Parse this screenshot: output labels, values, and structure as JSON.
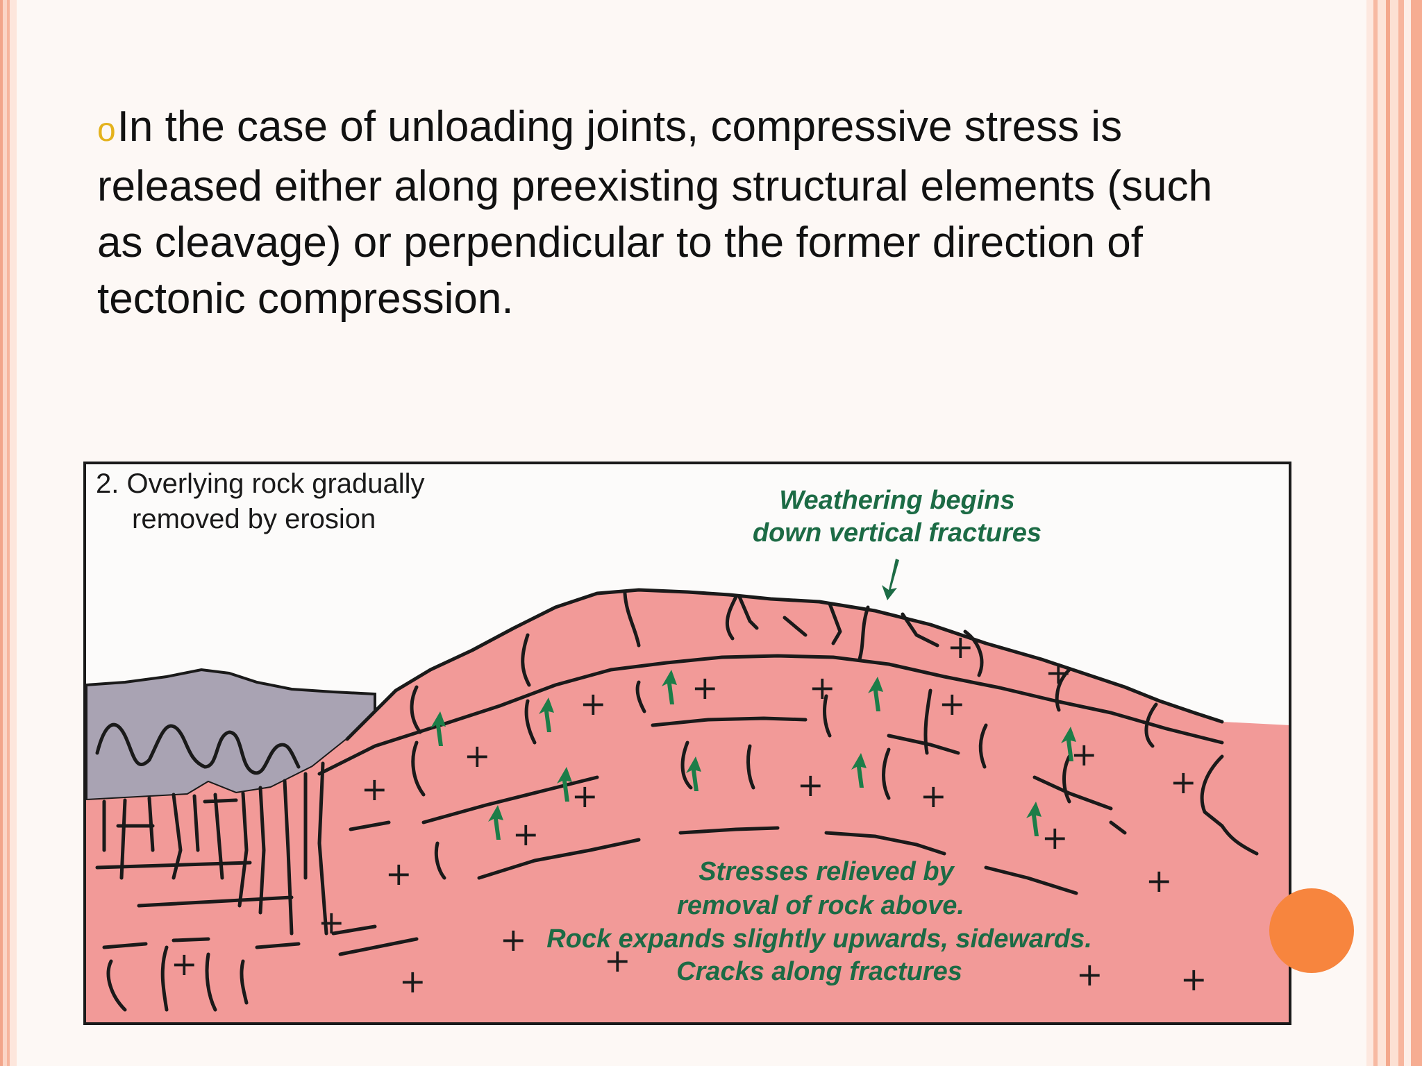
{
  "slide": {
    "bullet_symbol": "o",
    "text": "In the case of unloading joints, compressive stress is released either along preexisting structural elements (such as cleavage) or perpendicular to the former direction of tectonic compression.",
    "accent_color": "#f7853e",
    "bullet_color": "#e4b21c"
  },
  "diagram": {
    "step_label_line1": "2. Overlying rock gradually",
    "step_label_line2": "removed by erosion",
    "weathering_line1": "Weathering begins",
    "weathering_line2": "down vertical fractures",
    "stress_line1": "Stresses relieved by",
    "stress_line2": "removal of rock above.",
    "stress_line3": "Rock expands slightly upwards, sidewards.",
    "stress_line4": "Cracks along fractures",
    "plus_symbol": "+",
    "colors": {
      "rock": "#f29a98",
      "overburden": "#a9a3b3",
      "label_green": "#1c6b45",
      "arrow_green": "#1c7d48"
    }
  }
}
